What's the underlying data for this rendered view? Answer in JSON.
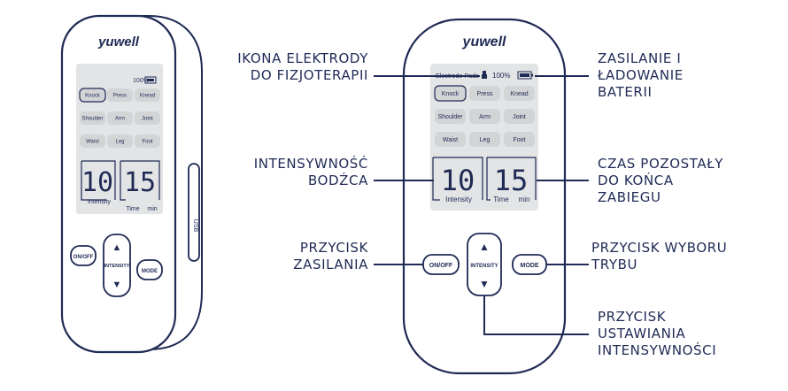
{
  "brand": "yuwell",
  "lcd": {
    "electrode_label": "Electrode Pads",
    "battery_percent": "100%",
    "modes": [
      "Knock",
      "Press",
      "Knead",
      "Shoulder",
      "Arm",
      "Joint",
      "Waist",
      "Leg",
      "Foot"
    ],
    "selected_mode": "Knock",
    "intensity_value": "10",
    "intensity_label": "Intensity",
    "time_value": "15",
    "time_label": "Time",
    "time_unit": "min"
  },
  "buttons": {
    "power": "ON/OFF",
    "intensity": "INTENSITY",
    "mode": "MODE",
    "up_glyph": "▲",
    "down_glyph": "▼"
  },
  "usb_label": "USB",
  "callouts": {
    "electrode_icon": [
      "IKONA ELEKTRODY",
      "DO FIZJOTERAPII"
    ],
    "stimulus_intensity": [
      "INTENSYWNOŚĆ",
      "BODŹCA"
    ],
    "power_button": [
      "PRZYCISK",
      "ZASILANIA"
    ],
    "battery": [
      "ZASILANIE I",
      "ŁADOWANIE",
      "BATERII"
    ],
    "time_remaining": [
      "CZAS POZOSTAŁY",
      "DO KOŃCA",
      "ZABIEGU"
    ],
    "mode_button": [
      "PRZYCISK WYBORU",
      "TRYBU"
    ],
    "intensity_button": [
      "PRZYCISK",
      "USTAWIANIA",
      "INTENSYWNOŚCI"
    ]
  },
  "colors": {
    "outline": "#1f2a55",
    "screen": "#e3e4e6",
    "mode_button": "#d3d4d6",
    "text": "#1f2a55"
  }
}
